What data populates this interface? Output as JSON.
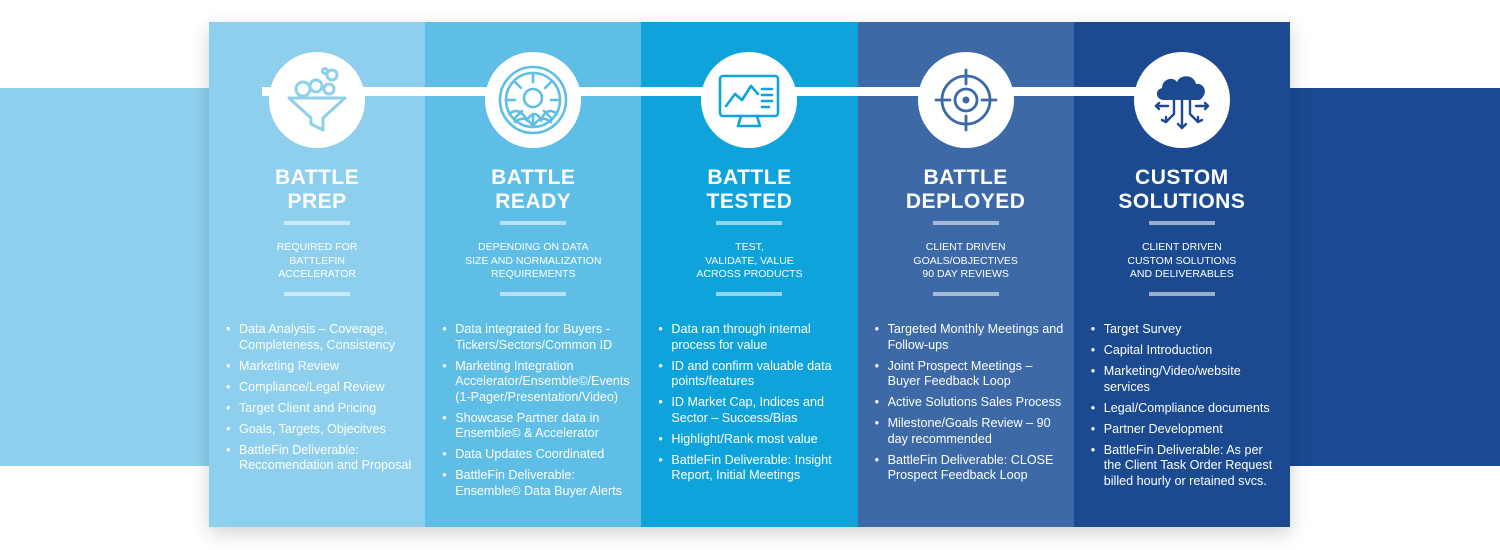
{
  "colors": {
    "band_left": "#8ed0ee",
    "band_right": "#1a4a92",
    "icon_left": "#8ecfed",
    "columns": [
      "#8ecfed",
      "#5ebee6",
      "#0fa3dc",
      "#3d69a6",
      "#1b4a91"
    ]
  },
  "columns": [
    {
      "icon": "funnel-icon",
      "title": [
        "BATTLE",
        "PREP"
      ],
      "subtitle": [
        "REQUIRED FOR",
        "BATTLEFIN",
        "ACCELERATOR"
      ],
      "bullets": [
        "Data Analysis – Coverage, Completeness, Consistency",
        "Marketing Review",
        "Compliance/Legal Review",
        "Target Client and Pricing",
        "Goals, Targets, Objecitves",
        "BattleFin Deliverable: Reccomendation and Proposal"
      ]
    },
    {
      "icon": "sphere-network-icon",
      "title": [
        "BATTLE",
        "READY"
      ],
      "subtitle": [
        "DEPENDING ON DATA",
        "SIZE AND NORMALIZATION",
        "REQUIREMENTS"
      ],
      "bullets": [
        "Data integrated for Buyers - Tickers/Sectors/Common ID",
        "Marketing Integration Accelerator/Ensemble©/Events (1-Pager/Presentation/Video)",
        "Showcase Partner data in Ensemble© & Accelerator",
        "Data Updates Coordinated",
        "BattleFin Deliverable: Ensemble© Data Buyer Alerts"
      ]
    },
    {
      "icon": "monitor-chart-icon",
      "title": [
        "BATTLE",
        "TESTED"
      ],
      "subtitle": [
        "TEST,",
        "VALIDATE, VALUE",
        "ACROSS PRODUCTS"
      ],
      "bullets": [
        "Data ran through internal process for value",
        " ID and confirm valuable data points/features",
        "ID Market Cap, Indices and Sector – Success/Bias",
        "Highlight/Rank most value",
        "BattleFin Deliverable:  Insight Report, Initial Meetings"
      ]
    },
    {
      "icon": "target-crosshair-icon",
      "title": [
        "BATTLE",
        "DEPLOYED"
      ],
      "subtitle": [
        "CLIENT DRIVEN",
        "GOALS/OBJECTIVES",
        "90 DAY REVIEWS"
      ],
      "bullets": [
        "Targeted Monthly Meetings and Follow-ups",
        "Joint Prospect Meetings – Buyer Feedback Loop",
        "Active Solutions Sales Process",
        "Milestone/Goals Review – 90 day recommended",
        "BattleFin Deliverable:  CLOSE Prospect Feedback Loop"
      ]
    },
    {
      "icon": "cloud-network-icon",
      "title": [
        "CUSTOM",
        "SOLUTIONS"
      ],
      "subtitle": [
        "CLIENT DRIVEN",
        "CUSTOM SOLUTIONS",
        "AND DELIVERABLES"
      ],
      "bullets": [
        "Target Survey",
        "Capital Introduction",
        "Marketing/Video/website services",
        "Legal/Compliance documents",
        "Partner Development",
        "BattleFin Deliverable:  As per the Client Task Order Request billed hourly or retained svcs."
      ]
    }
  ]
}
